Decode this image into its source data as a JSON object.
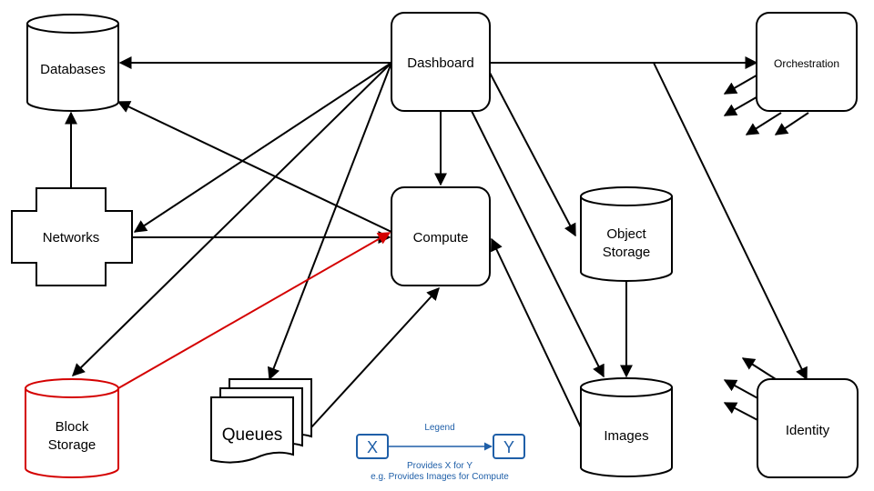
{
  "nodes": {
    "dashboard": "Dashboard",
    "databases": "Databases",
    "networks": "Networks",
    "compute": "Compute",
    "object_storage_line1": "Object",
    "object_storage_line2": "Storage",
    "orchestration": "Orchestration",
    "block_storage_line1": "Block",
    "block_storage_line2": "Storage",
    "queues": "Queues",
    "images": "Images",
    "identity": "Identity"
  },
  "legend": {
    "title": "Legend",
    "x_label": "X",
    "y_label": "Y",
    "line1": "Provides X for Y",
    "line2": "e.g. Provides Images for Compute",
    "color": "#1f5fa8"
  },
  "colors": {
    "edge": "#000000",
    "highlight": "#d40000"
  }
}
